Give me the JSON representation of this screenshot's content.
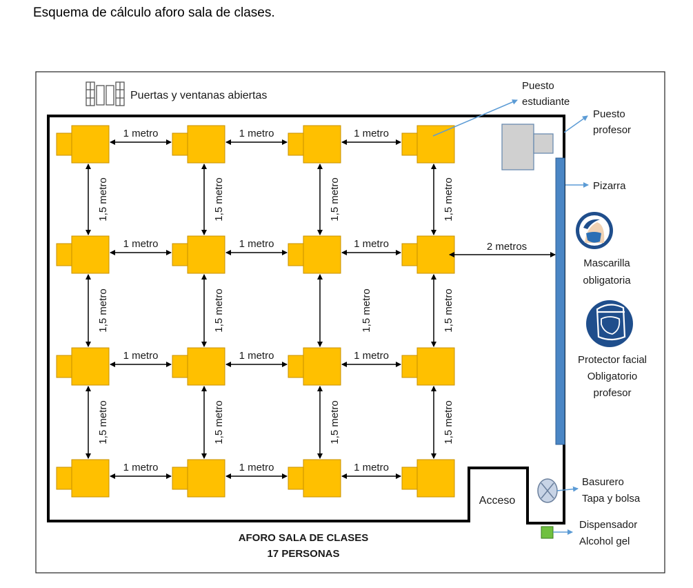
{
  "title": "Esquema de cálculo aforo sala de clases.",
  "legend_doors": "Puertas y ventanas abiertas",
  "labels": {
    "puesto_estudiante": [
      "Puesto",
      "estudiante"
    ],
    "puesto_profesor": [
      "Puesto",
      "profesor"
    ],
    "pizarra": "Pizarra",
    "mascarilla": [
      "Mascarilla",
      "obligatoria"
    ],
    "protector": [
      "Protector facial",
      "Obligatorio",
      "profesor"
    ],
    "basurero": [
      "Basurero",
      "Tapa y bolsa"
    ],
    "dispensador": [
      "Dispensador",
      "Alcohol gel"
    ],
    "acceso": "Acceso"
  },
  "distance_h": "1 metro",
  "distance_v": "1,5 metro",
  "distance_board": "2 metros",
  "footer": [
    "AFORO SALA DE CLASES",
    "17 PERSONAS"
  ],
  "colors": {
    "desk": "#FFC000",
    "desk_border": "#C79100",
    "teacher_desk": "#D0D0D0",
    "teacher_border": "#6a8bb0",
    "board": "#4a86c5",
    "callout": "#5b9bd5",
    "icon_bg": "#1f4e8c",
    "gel": "#70c040"
  }
}
